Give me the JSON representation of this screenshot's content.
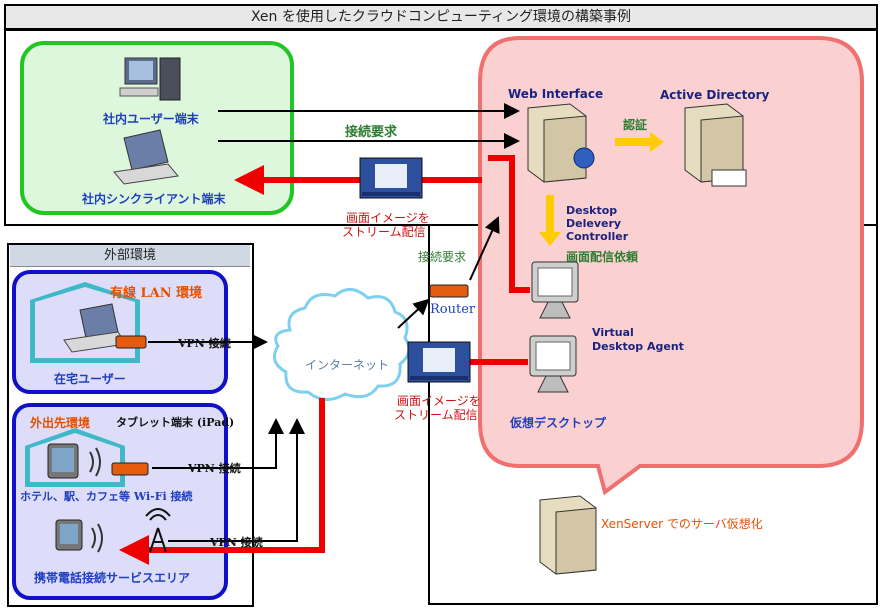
{
  "title": "Xen を使用したクラウドコンピューティング環境の構築事例",
  "external_env": {
    "header": "外部環境"
  },
  "internal": {
    "user_terminal": "社内ユーザー端末",
    "thin_client": "社内シンクライアント端末"
  },
  "wired_lan": {
    "title": "有線 LAN 環境",
    "home_user": "在宅ユーザー",
    "vpn": "VPN 接続"
  },
  "away": {
    "title": "外出先環境",
    "tablet": "タブレット端末 (iPad)",
    "wifi": "ホテル、駅、カフェ等 Wi-Fi 接続",
    "mobile": "携帯電話接続サービスエリア",
    "vpn_wifi": "VPN 接続",
    "vpn_mobile": "VPN 接続"
  },
  "network": {
    "internet": "インターネット",
    "router": "Router",
    "connect_request_1": "接続要求",
    "connect_request_2": "接続要求",
    "stream_1_line1": "画面イメージを",
    "stream_1_line2": "ストリーム配信",
    "stream_2_line1": "画面イメージを",
    "stream_2_line2": "ストリーム配信"
  },
  "server": {
    "web_interface": "Web Interface",
    "active_directory": "Active Directory",
    "auth": "認証",
    "ddc_line1": "Desktop",
    "ddc_line2": "Delevery",
    "ddc_line3": "Controller",
    "screen_request": "画面配信依頼",
    "vda_line1": "Virtual",
    "vda_line2": "Desktop Agent",
    "virtual_desktop": "仮想デスクトップ",
    "xenserver": "XenServer でのサーバ仮想化"
  },
  "colors": {
    "green_zone": "#22c522",
    "green_fill": "#ddf7dd",
    "blue_zone": "#1010c8",
    "blue_fill": "#ddddfa",
    "red_zone": "#f07070",
    "red_fill": "#fbd0d0",
    "arrow_red": "#ee0000",
    "arrow_yellow": "#ffcc00",
    "house": "#3fb8c8"
  }
}
